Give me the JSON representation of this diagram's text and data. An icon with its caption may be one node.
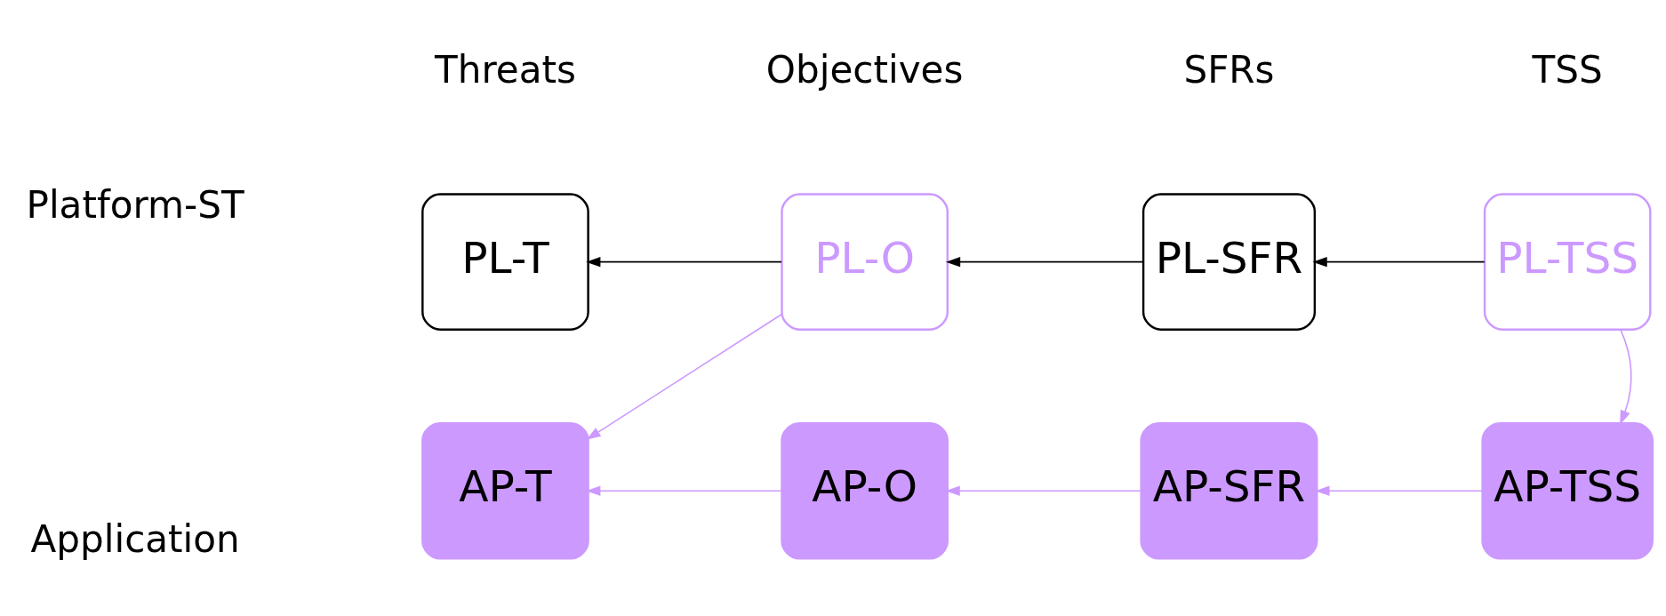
{
  "diagram": {
    "nodes": [
      {
        "text": [
          "PL-T"
        ]
      },
      {
        "text": [
          "PL-O"
        ]
      },
      {
        "text": [
          "PL-SFR"
        ]
      },
      {
        "text": [
          "PL-TSS"
        ]
      },
      {
        "text": [
          "AP-T"
        ]
      },
      {
        "text": [
          "AP-O"
        ]
      },
      {
        "text": [
          "AP-SFR"
        ]
      },
      {
        "text": [
          "AP-TSS"
        ]
      }
    ],
    "edges": [
      {
        "from": 1,
        "to": 0,
        "arrow": "to",
        "color": "#000000"
      },
      {
        "from": 2,
        "to": 1,
        "arrow": "to",
        "color": "#000000"
      },
      {
        "from": 3,
        "to": 2,
        "arrow": "to",
        "color": "#000000"
      },
      {
        "from": 1,
        "to": 4,
        "arrow": "to"
      },
      {
        "from": 3,
        "to": 7,
        "arrow": "to"
      },
      {
        "from": 5,
        "to": 4,
        "arrow": "to"
      },
      {
        "from": 6,
        "to": 5,
        "arrow": "to"
      },
      {
        "from": 7,
        "to": 6,
        "arrow": "to"
      }
    ],
    "labels": [
      "Threats",
      "Objectives",
      "SFRs",
      "TSS",
      "Platform-ST",
      "Application"
    ]
  }
}
